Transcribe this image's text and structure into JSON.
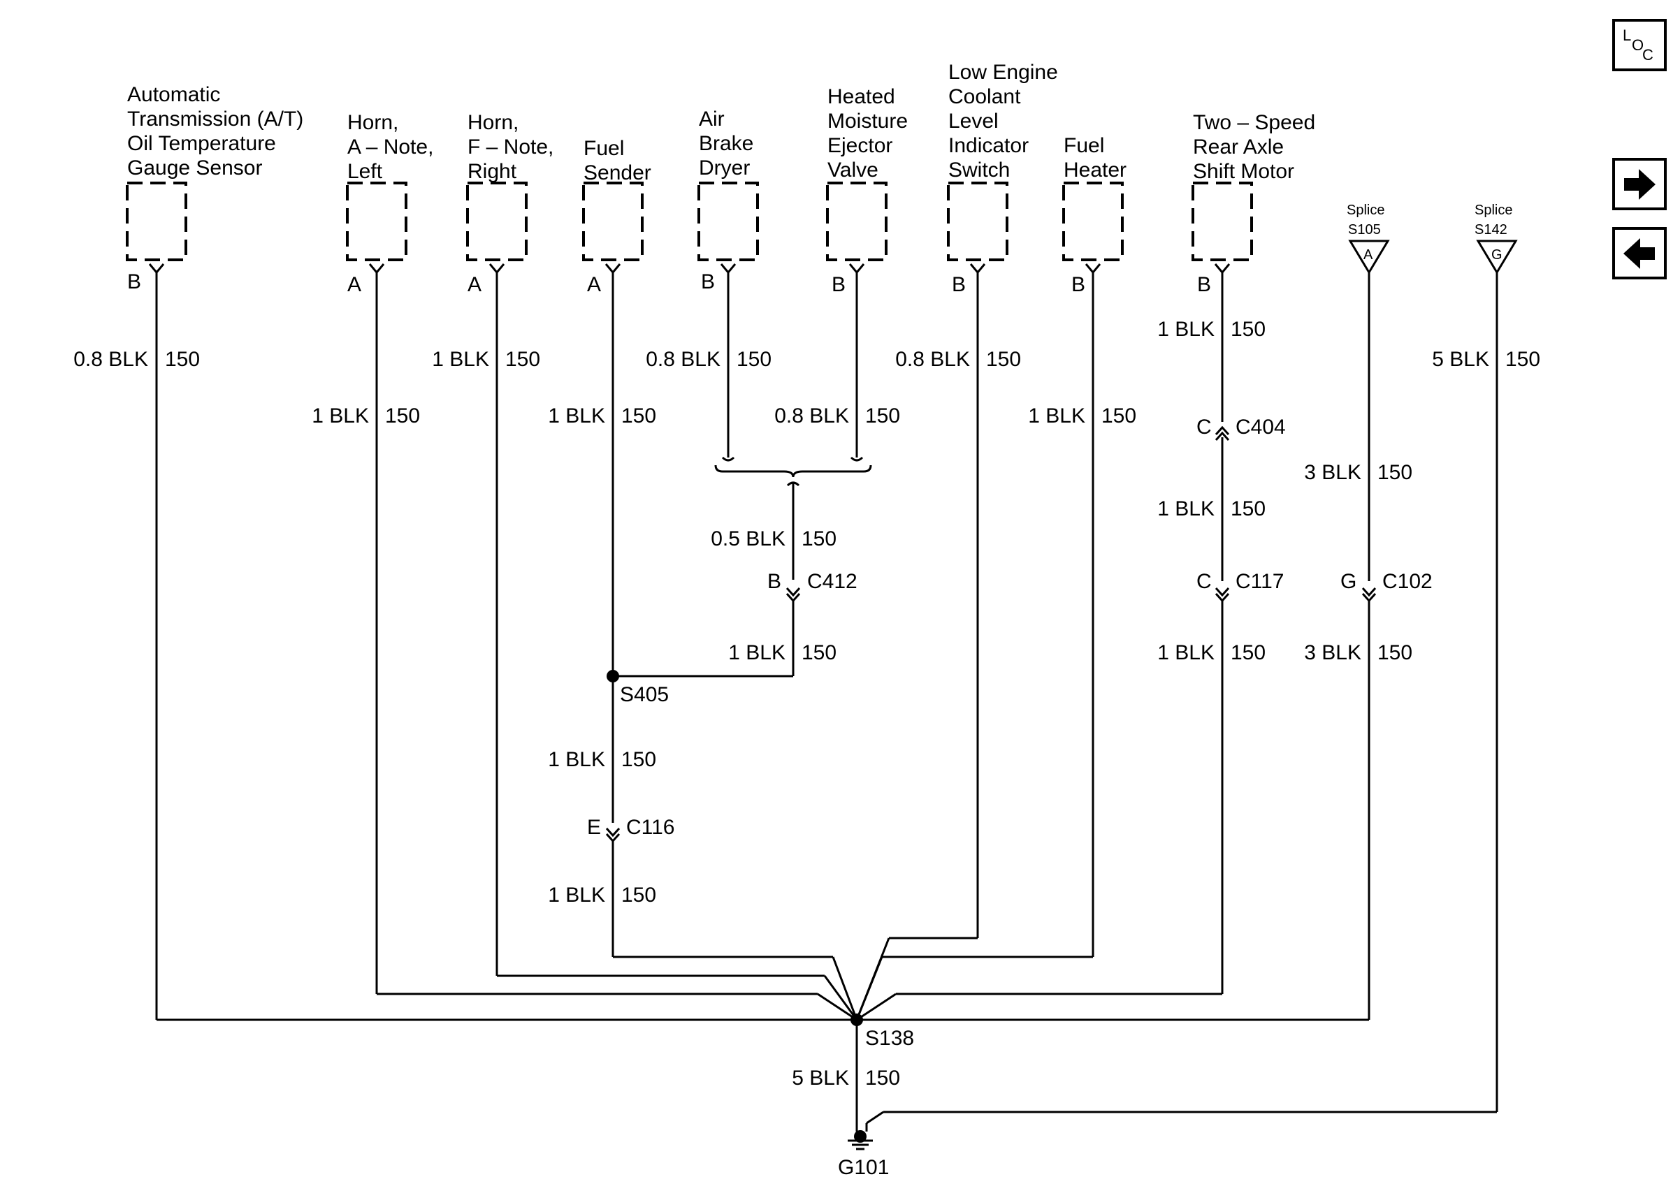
{
  "components": [
    {
      "label": [
        "Automatic",
        "Transmission (A/T)",
        "Oil Temperature",
        "Gauge Sensor"
      ],
      "pin": "B"
    },
    {
      "label": [
        "Horn,",
        "A – Note,",
        "Left"
      ],
      "pin": "A"
    },
    {
      "label": [
        "Horn,",
        "F – Note,",
        "Right"
      ],
      "pin": "A"
    },
    {
      "label": [
        "Fuel",
        "Sender"
      ],
      "pin": "A"
    },
    {
      "label": [
        "Air",
        "Brake",
        "Dryer"
      ],
      "pin": "B"
    },
    {
      "label": [
        "Heated",
        "Moisture",
        "Ejector",
        "Valve"
      ],
      "pin": "B"
    },
    {
      "label": [
        "Low Engine",
        "Coolant",
        "Level",
        "Indicator",
        "Switch"
      ],
      "pin": "B"
    },
    {
      "label": [
        "Fuel",
        "Heater"
      ],
      "pin": "B"
    },
    {
      "label": [
        "Two – Speed",
        "Rear Axle",
        "Shift Motor"
      ],
      "pin": "B"
    }
  ],
  "splice_refs": [
    {
      "title": "Splice",
      "id": "S105",
      "letter": "A"
    },
    {
      "title": "Splice",
      "id": "S142",
      "letter": "G"
    }
  ],
  "wire_labels": [
    {
      "size": "0.8 BLK",
      "circuit": "150"
    },
    {
      "size": "1 BLK",
      "circuit": "150"
    },
    {
      "size": "1 BLK",
      "circuit": "150"
    },
    {
      "size": "1 BLK",
      "circuit": "150"
    },
    {
      "size": "0.8 BLK",
      "circuit": "150"
    },
    {
      "size": "0.8 BLK",
      "circuit": "150"
    },
    {
      "size": "0.8 BLK",
      "circuit": "150"
    },
    {
      "size": "1 BLK",
      "circuit": "150"
    },
    {
      "size": "1 BLK",
      "circuit": "150"
    },
    {
      "size": "5 BLK",
      "circuit": "150"
    },
    {
      "size": "0.5 BLK",
      "circuit": "150"
    },
    {
      "size": "1 BLK",
      "circuit": "150"
    },
    {
      "size": "1 BLK",
      "circuit": "150"
    },
    {
      "size": "1 BLK",
      "circuit": "150"
    },
    {
      "size": "1 BLK",
      "circuit": "150"
    },
    {
      "size": "1 BLK",
      "circuit": "150"
    },
    {
      "size": "3 BLK",
      "circuit": "150"
    },
    {
      "size": "3 BLK",
      "circuit": "150"
    },
    {
      "size": "5 BLK",
      "circuit": "150"
    }
  ],
  "connectors": [
    {
      "pin": "C",
      "name": "C404"
    },
    {
      "pin": "B",
      "name": "C412"
    },
    {
      "pin": "C",
      "name": "C117"
    },
    {
      "pin": "G",
      "name": "C102"
    },
    {
      "pin": "E",
      "name": "C116"
    }
  ],
  "splices": {
    "s405": "S405",
    "s138": "S138"
  },
  "ground": "G101",
  "nav": {
    "loc_l": "L",
    "loc_o": "O",
    "loc_c": "C",
    "next": "next-arrow-icon",
    "prev": "prev-arrow-icon"
  }
}
